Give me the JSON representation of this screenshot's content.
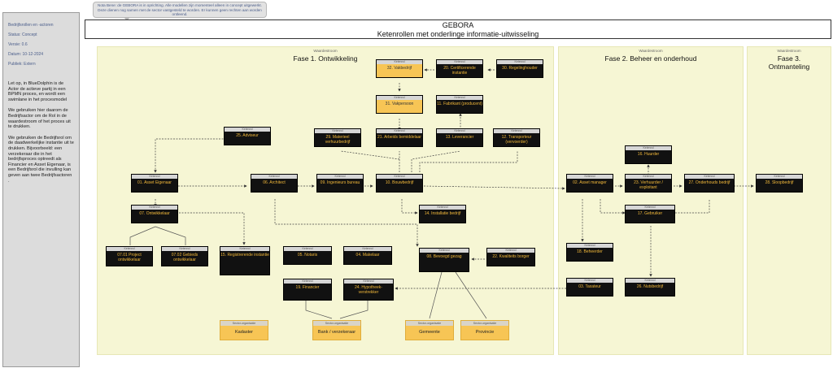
{
  "bubble": "Nota Bene: de GEBORA is in oprichting. Alle modellen zijn momenteel alleen in concept uitgewerkt. Deze dienen nog samen met de sector vastgesteld te worden. Er kunnen geen rechten aan worden ontleend.",
  "sidebar": {
    "meta": [
      "Bedrijfsrollen en -actoren",
      "Status: Concept",
      "Versie: 0.6",
      "Datum: 10-12-2024",
      "Publiek: Extern"
    ],
    "notes": [
      "Let op, in BlueDolphin is de Actor de actieve partij in een BPMN proces, en wordt een swimlane in het procesmodel",
      "We gebruiken hier daarom de Bedrijfsactor om de Rol in de waardestroom of het proces uit te drukken.",
      "We gebruiken de Bedrijfsrol om de daadwerkelijke instantie uit te drukken. Bijvoorbeeld: een verzekeraar die in het bedrijfsproces optreedt als Financier en Asset Eigenaar, is een Bedrijfsrol die invulling kan geven aan twee Bedrijfsactoren ."
    ]
  },
  "header": {
    "title": "GEBORA",
    "subtitle": "Ketenrollen met onderlinge informatie-uitwisseling"
  },
  "lanes": [
    {
      "tag": "Waardestroom",
      "title": "Fase 1. Ontwikkeling"
    },
    {
      "tag": "Waardestroom",
      "title": "Fase 2. Beheer en onderhoud"
    },
    {
      "tag": "Waardestroom",
      "title": "Fase 3. Ontmanteling"
    }
  ],
  "node_kind": "Ketenrol",
  "org_kind": "Sector-organisatie",
  "nodes": [
    {
      "id": "n32",
      "label": "32. Vakbedrijf",
      "style": "yellow"
    },
    {
      "id": "n20",
      "label": "20. Certificerende instantie",
      "style": "dark"
    },
    {
      "id": "n30",
      "label": "30. Regelinghouder",
      "style": "dark"
    },
    {
      "id": "n31",
      "label": "31. Vakpersoon",
      "style": "yellow"
    },
    {
      "id": "n11",
      "label": "11. Fabrikant (producent)",
      "style": "dark"
    },
    {
      "id": "n25",
      "label": "25. Adviseur",
      "style": "dark"
    },
    {
      "id": "n29",
      "label": "29. Materieel verhuurbedrijf",
      "style": "dark"
    },
    {
      "id": "n21",
      "label": "21. Arbeids bemiddelaar",
      "style": "dark"
    },
    {
      "id": "n13",
      "label": "13. Leverancier",
      "style": "dark"
    },
    {
      "id": "n12",
      "label": "12. Transporteur (vervoerder)",
      "style": "dark"
    },
    {
      "id": "n01",
      "label": "01. Asset Eigenaar",
      "style": "dark"
    },
    {
      "id": "n06",
      "label": "06. Architect",
      "style": "dark"
    },
    {
      "id": "n09",
      "label": "09. Ingenieurs bureau",
      "style": "dark"
    },
    {
      "id": "n10",
      "label": "10. Bouwbedrijf",
      "style": "dark"
    },
    {
      "id": "n14",
      "label": "14. Installatie bedrijf",
      "style": "dark"
    },
    {
      "id": "n07",
      "label": "07. Ontwikkelaar",
      "style": "dark"
    },
    {
      "id": "n0701",
      "label": "07.01 Project ontwikkelaar",
      "style": "dark"
    },
    {
      "id": "n0702",
      "label": "07.02 Gebieds ontwikkelaar",
      "style": "dark"
    },
    {
      "id": "n15",
      "label": "15. Registrerende instantie",
      "style": "dark"
    },
    {
      "id": "n05",
      "label": "05. Notaris",
      "style": "dark"
    },
    {
      "id": "n04",
      "label": "04. Makelaar",
      "style": "dark"
    },
    {
      "id": "n08",
      "label": "08. Bevoegd gezag",
      "style": "dark"
    },
    {
      "id": "n22",
      "label": "22. Kwaliteits borger",
      "style": "dark"
    },
    {
      "id": "n19",
      "label": "19. Financier",
      "style": "dark"
    },
    {
      "id": "n24",
      "label": "24. Hypotheek- verstrekker",
      "style": "dark"
    },
    {
      "id": "n16",
      "label": "16. Huurder",
      "style": "dark"
    },
    {
      "id": "n02",
      "label": "02. Asset manager",
      "style": "dark"
    },
    {
      "id": "n23",
      "label": "23. Verhuurder / exploitant",
      "style": "dark"
    },
    {
      "id": "n27",
      "label": "27. Onderhouds bedrijf",
      "style": "dark"
    },
    {
      "id": "n17",
      "label": "17. Gebruiker",
      "style": "dark"
    },
    {
      "id": "n18",
      "label": "18. Beheerder",
      "style": "dark"
    },
    {
      "id": "n03",
      "label": "03. Taxateur",
      "style": "dark"
    },
    {
      "id": "n26",
      "label": "26. Nutsbedrijf",
      "style": "dark"
    },
    {
      "id": "n28",
      "label": "28. Sloopbedrijf",
      "style": "dark"
    }
  ],
  "orgs": [
    {
      "id": "o_kadaster",
      "label": "Kadaster"
    },
    {
      "id": "o_bank",
      "label": "Bank / verzekeraar"
    },
    {
      "id": "o_gemeente",
      "label": "Gemeente"
    },
    {
      "id": "o_provincie",
      "label": "Provincie"
    }
  ]
}
